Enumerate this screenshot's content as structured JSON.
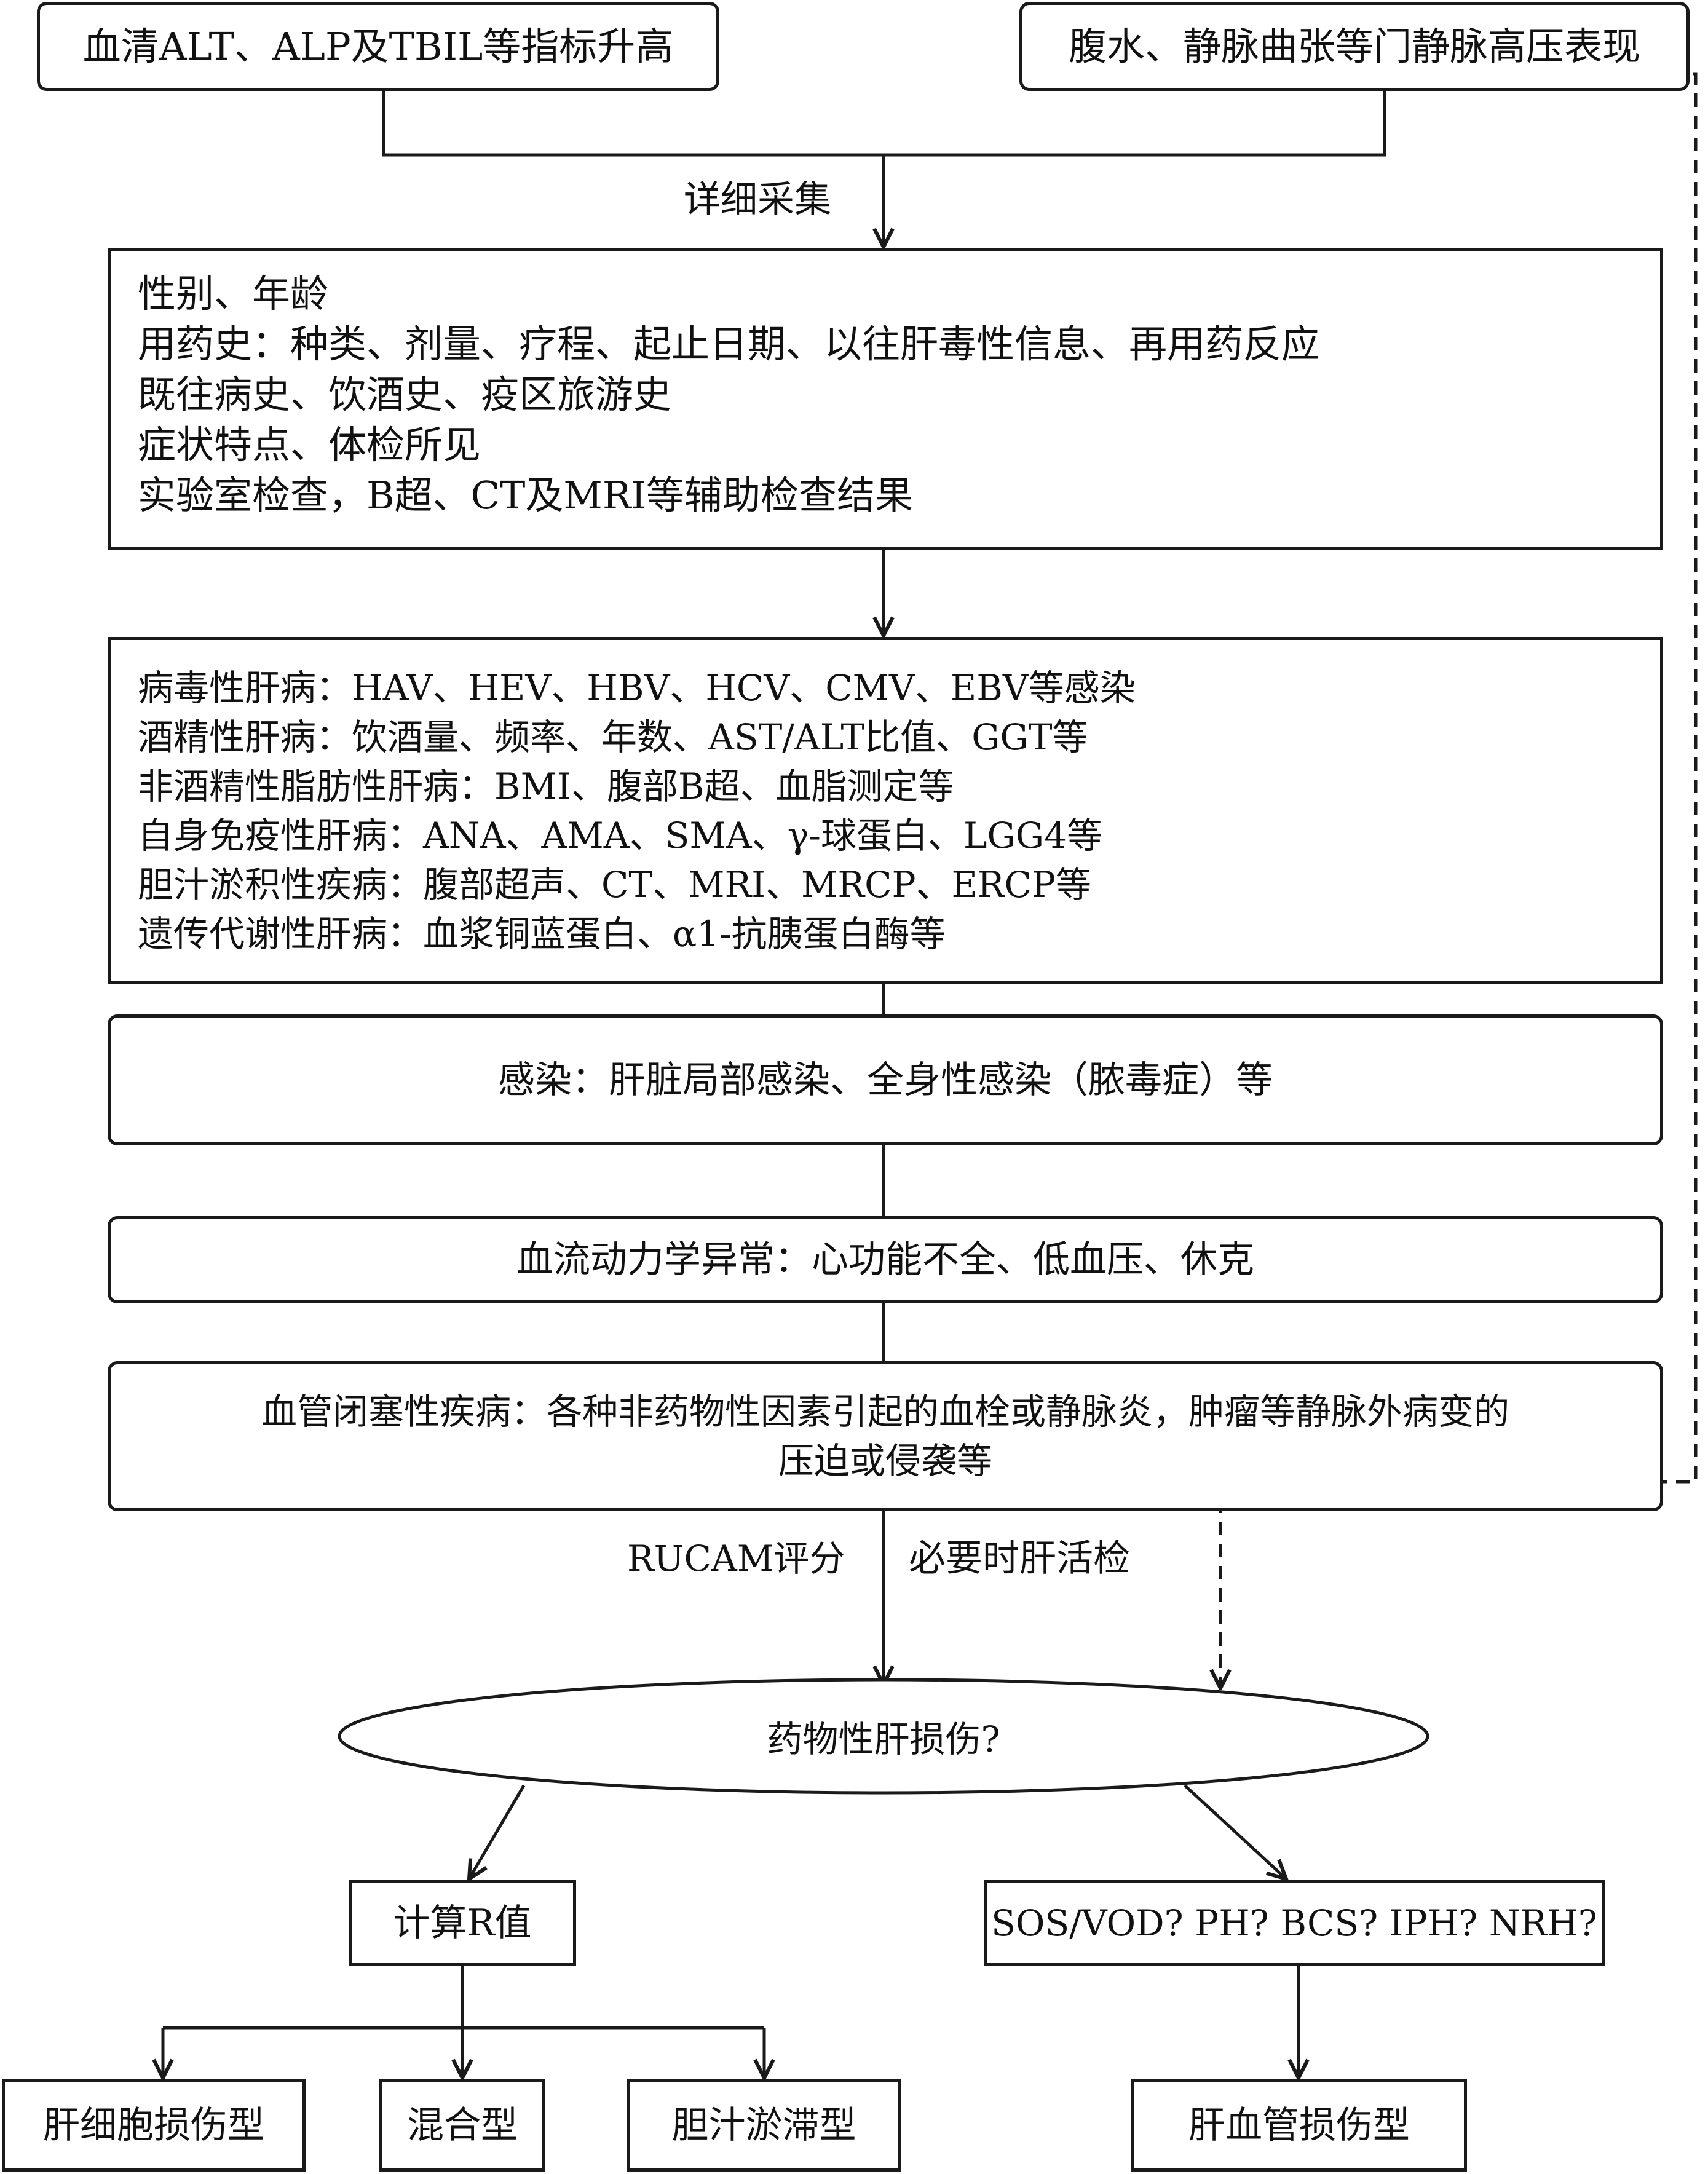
{
  "top": {
    "left_box": "血清ALT、ALP及TBIL等指标升高",
    "right_box": "腹水、静脉曲张等门静脉高压表现"
  },
  "edge_labels": {
    "collect": "详细采集",
    "rucam": "RUCAM评分",
    "biopsy": "必要时肝活检"
  },
  "history_box": {
    "lines": [
      "性别、年龄",
      "用药史：种类、剂量、疗程、起止日期、以往肝毒性信息、再用药反应",
      "既往病史、饮酒史、疫区旅游史",
      "症状特点、体检所见",
      "实验室检查，B超、CT及MRI等辅助检查结果"
    ]
  },
  "exclusion_box": {
    "lines": [
      "病毒性肝病：HAV、HEV、HBV、HCV、CMV、EBV等感染",
      "酒精性肝病：饮酒量、频率、年数、AST/ALT比值、GGT等",
      "非酒精性脂肪性肝病：BMI、腹部B超、血脂测定等",
      "自身免疫性肝病：ANA、AMA、SMA、γ-球蛋白、LGG4等",
      "胆汁淤积性疾病：腹部超声、CT、MRI、MRCP、ERCP等",
      "遗传代谢性肝病：血浆铜蓝蛋白、α1-抗胰蛋白酶等"
    ]
  },
  "infection_box": "感染：肝脏局部感染、全身性感染（脓毒症）等",
  "hemodynamic_box": "血流动力学异常：心功能不全、低血压、休克",
  "vascular_box": {
    "line1": "血管闭塞性疾病：各种非药物性因素引起的血栓或静脉炎，肿瘤等静脉外病变的",
    "line2": "压迫或侵袭等"
  },
  "decision": "药物性肝损伤?",
  "r_value_box": "计算R值",
  "vascular_dx_box": "SOS/VOD? PH? BCS? IPH? NRH?",
  "outcomes": {
    "hepatocellular": "肝细胞损伤型",
    "mixed": "混合型",
    "cholestatic": "胆汁淤滞型",
    "vascular": "肝血管损伤型"
  }
}
